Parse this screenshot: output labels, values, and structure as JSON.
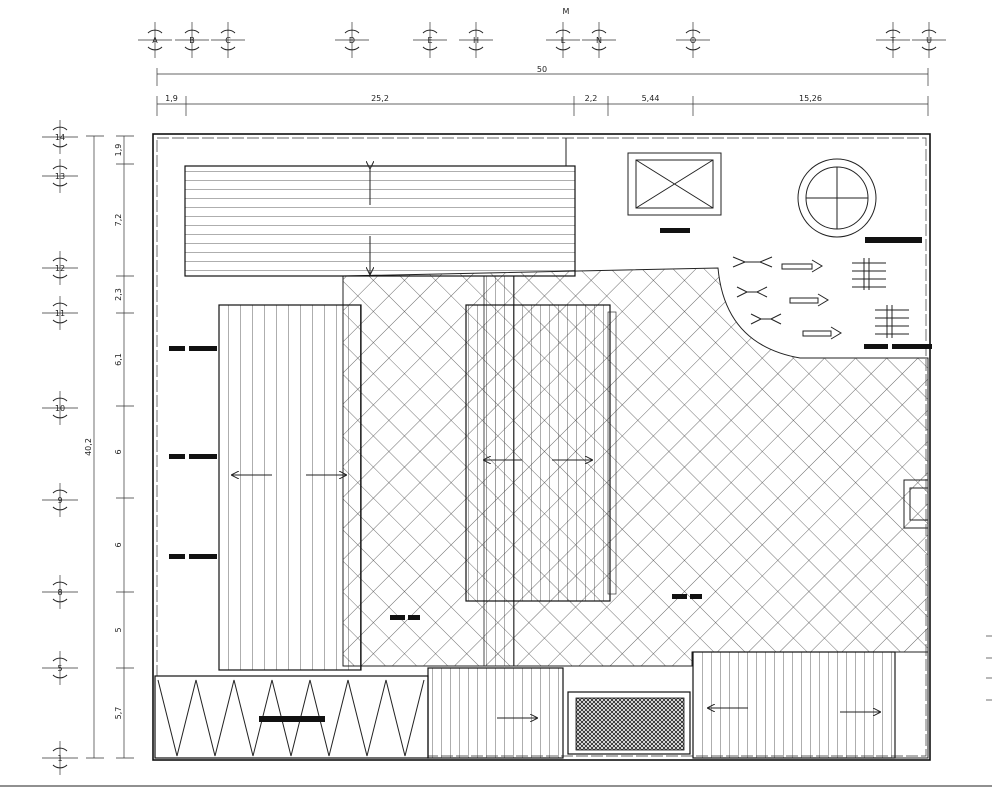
{
  "drawing": {
    "grid_top": {
      "labels": [
        "A",
        "B",
        "C",
        "D",
        "E",
        "H",
        "L",
        "N",
        "O",
        "T",
        "U"
      ],
      "extra_label": "M"
    },
    "grid_left": {
      "labels": [
        "14",
        "13",
        "12",
        "11",
        "10",
        "9",
        "8",
        "5",
        "1"
      ]
    },
    "dims_top": {
      "overall": "50",
      "segments": [
        "1,9",
        "25,2",
        "2,2",
        "5,44",
        "15,26"
      ]
    },
    "dims_left": {
      "overall": "40,2",
      "segments": [
        "1,9",
        "7,2",
        "2,3",
        "6,1",
        "6",
        "6",
        "5",
        "5,7"
      ]
    }
  }
}
